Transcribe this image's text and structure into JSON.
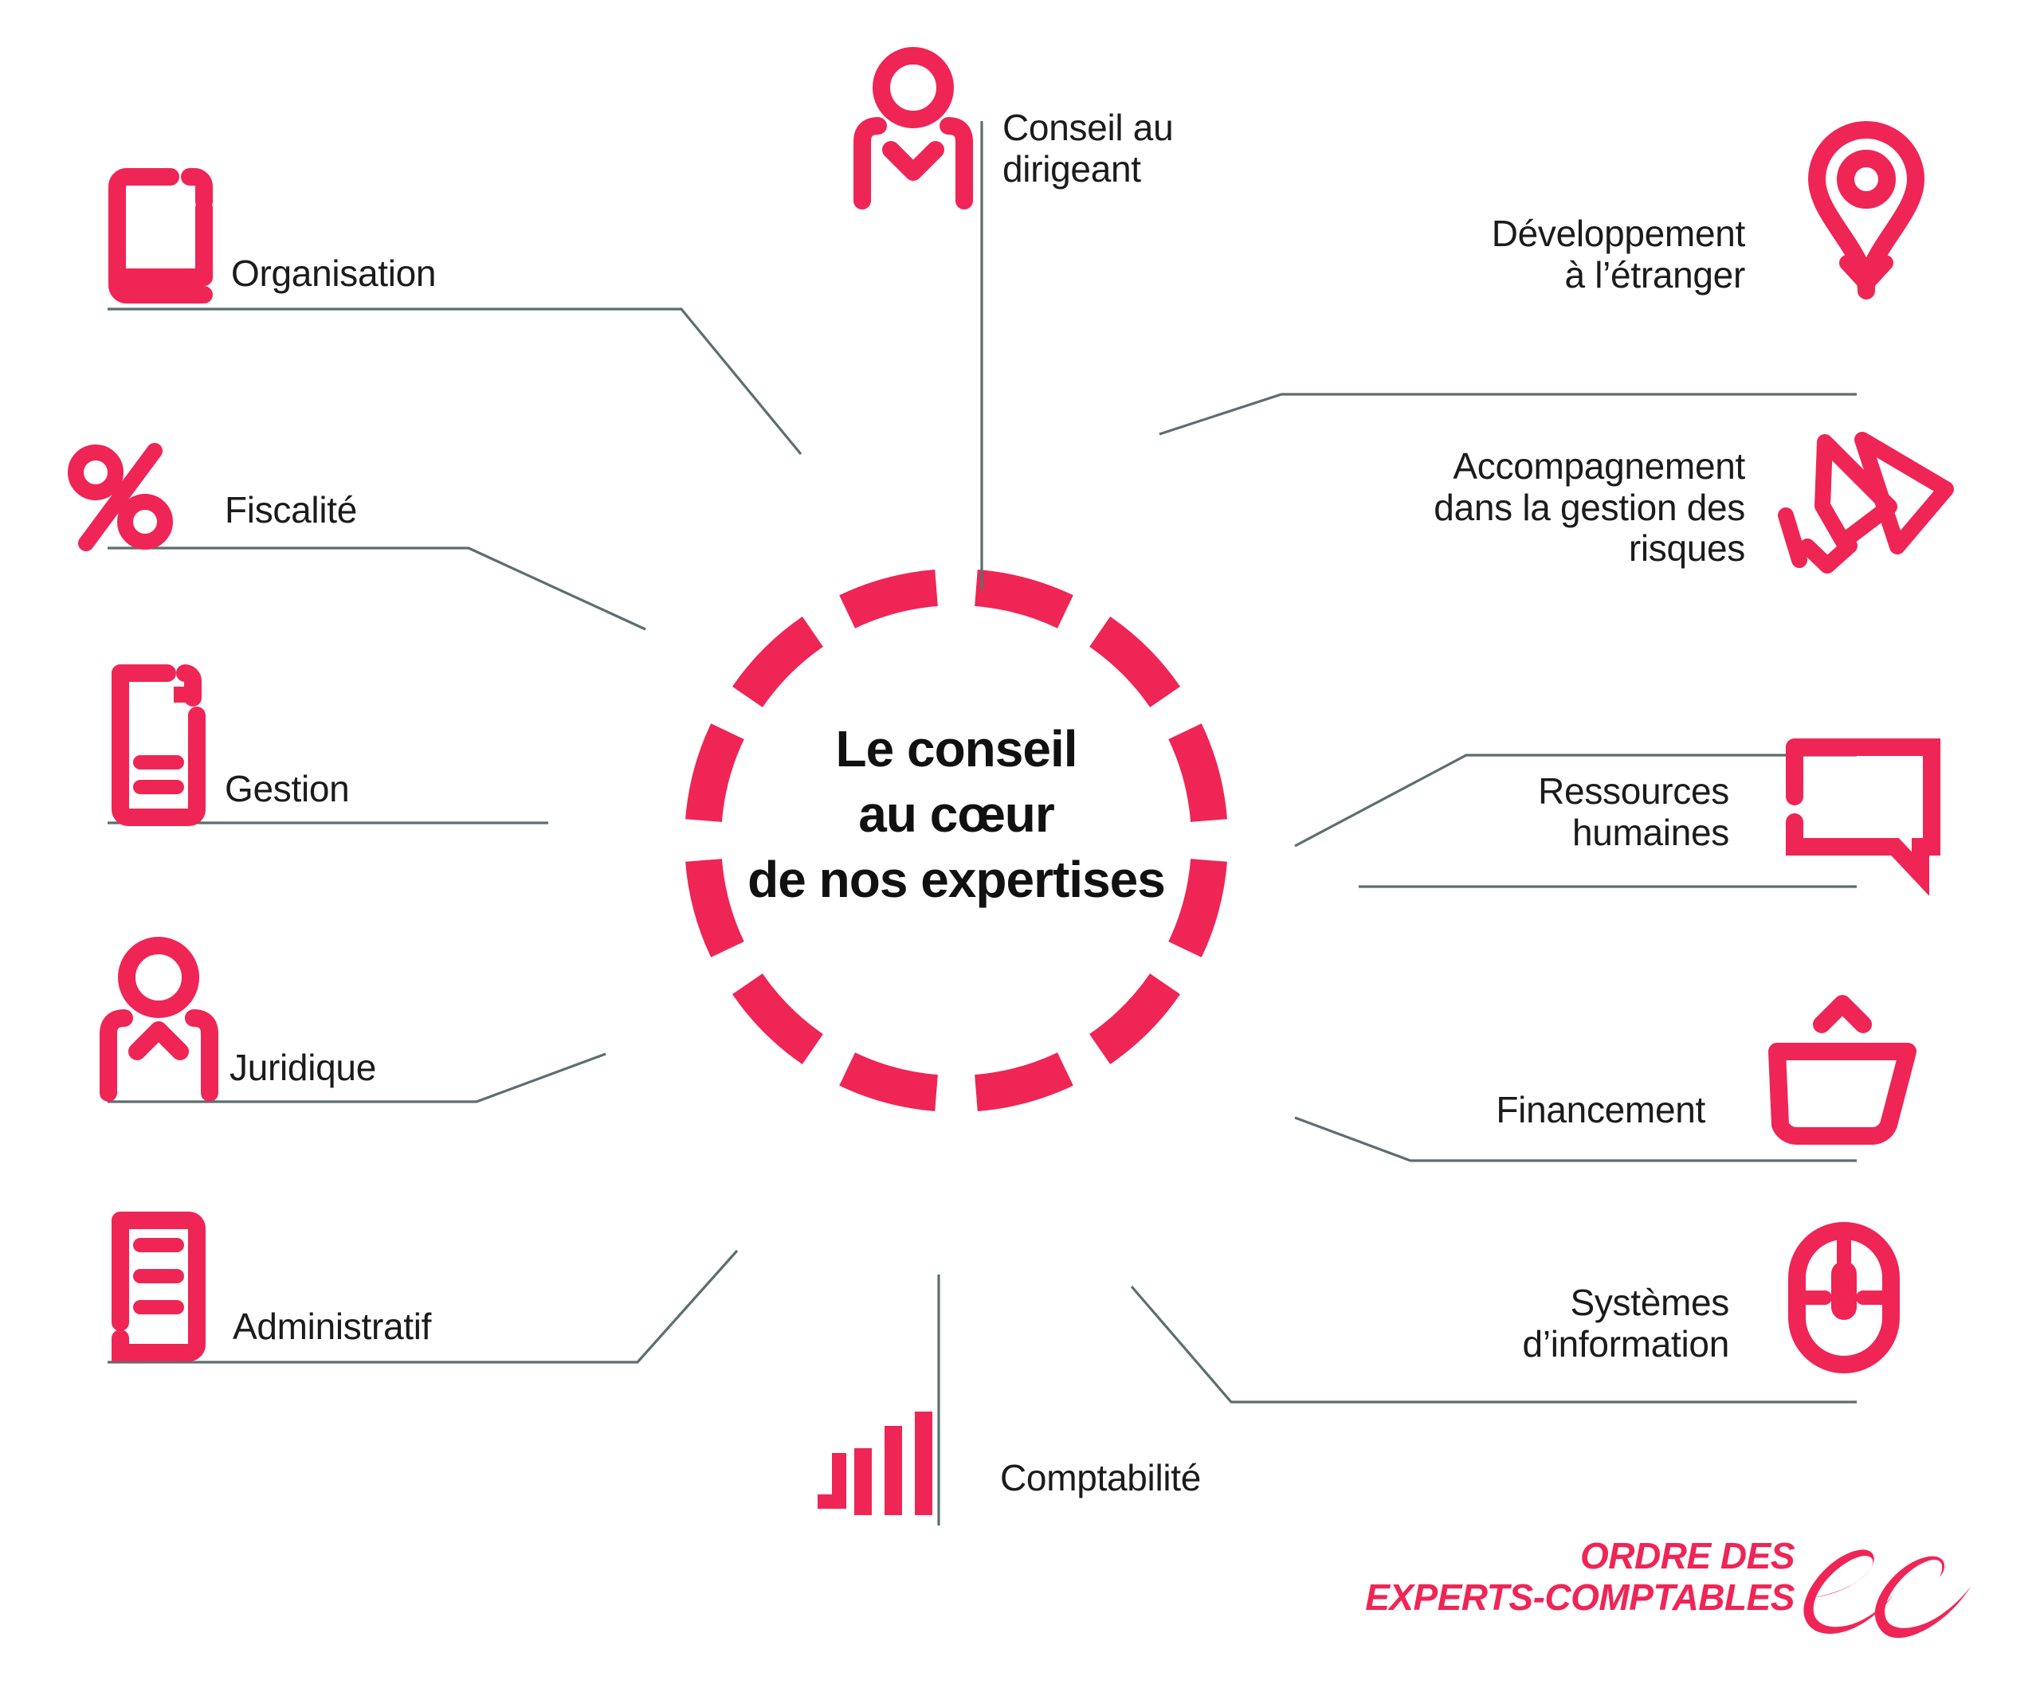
{
  "brand": {
    "accent": "#ef2556",
    "text_color": "#1b1b1b",
    "connector_color": "#5c6e6e",
    "background": "#ffffff"
  },
  "center": {
    "line1": "Le conseil",
    "line2": "au cœur",
    "line3": "de nos expertises"
  },
  "items": [
    {
      "id": "conseil-au-dirigeant",
      "label": "Conseil au\ndirigeant",
      "icon": "person-tie-icon",
      "side": "top"
    },
    {
      "id": "developpement-a-l-etranger",
      "label": "Développement\nà l’étranger",
      "icon": "map-pin-icon",
      "side": "right"
    },
    {
      "id": "accompagnement-gestion-des-risques",
      "label": "Accompagnement\ndans la gestion des\nrisques",
      "icon": "megaphone-icon",
      "side": "right"
    },
    {
      "id": "ressources-humaines",
      "label": "Ressources\nhumaines",
      "icon": "speech-bubble-icon",
      "side": "right"
    },
    {
      "id": "financement",
      "label": "Financement",
      "icon": "basket-icon",
      "side": "right"
    },
    {
      "id": "systemes-d-information",
      "label": "Systèmes\nd’information",
      "icon": "computer-mouse-icon",
      "side": "right"
    },
    {
      "id": "comptabilite",
      "label": "Comptabilité",
      "icon": "bar-chart-icon",
      "side": "bottom"
    },
    {
      "id": "administratif",
      "label": "Administratif",
      "icon": "document-lines-icon",
      "side": "left"
    },
    {
      "id": "juridique",
      "label": "Juridique",
      "icon": "person-collar-icon",
      "side": "left"
    },
    {
      "id": "gestion",
      "label": "Gestion",
      "icon": "document-dogear-icon",
      "side": "left"
    },
    {
      "id": "fiscalite",
      "label": "Fiscalité",
      "icon": "percent-icon",
      "side": "left"
    },
    {
      "id": "organisation",
      "label": "Organisation",
      "icon": "book-icon",
      "side": "left"
    }
  ],
  "logo": {
    "line1": "ORDRE DES",
    "line2": "EXPERTS-COMPTABLES",
    "mark": "ec-monogram-icon"
  }
}
